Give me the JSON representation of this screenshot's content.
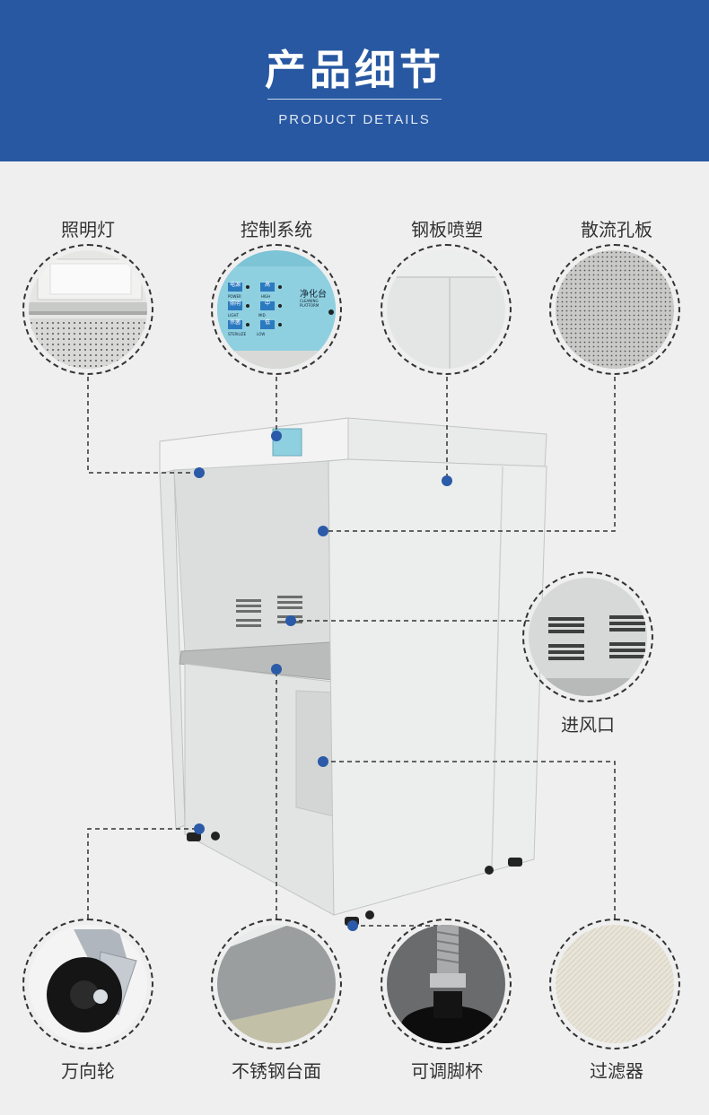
{
  "header": {
    "title": "产品细节",
    "subtitle": "PRODUCT DETAILS"
  },
  "features_top": [
    {
      "label": "照明灯"
    },
    {
      "label": "控制系统"
    },
    {
      "label": "钢板喷塑"
    },
    {
      "label": "散流孔板"
    }
  ],
  "feature_side": {
    "label": "进风口"
  },
  "features_bottom": [
    {
      "label": "万向轮"
    },
    {
      "label": "不锈钢台面"
    },
    {
      "label": "可调脚杯"
    },
    {
      "label": "过滤器"
    }
  ],
  "control_panel": {
    "title": "净化台",
    "subtitle": "CLEANING PLATFORM",
    "buttons": [
      {
        "key": "电源",
        "caption": "POWER"
      },
      {
        "key": "高",
        "caption": "HIGH"
      },
      {
        "key": "照明",
        "caption": "LIGHT"
      },
      {
        "key": "中",
        "caption": "MID"
      },
      {
        "key": "杀菌",
        "caption": "STERILIZE"
      },
      {
        "key": "低",
        "caption": "LOW"
      }
    ]
  },
  "colors": {
    "header_bg": "#2858a1",
    "dot": "#2a5aa8",
    "page_bg": "#efefef"
  }
}
